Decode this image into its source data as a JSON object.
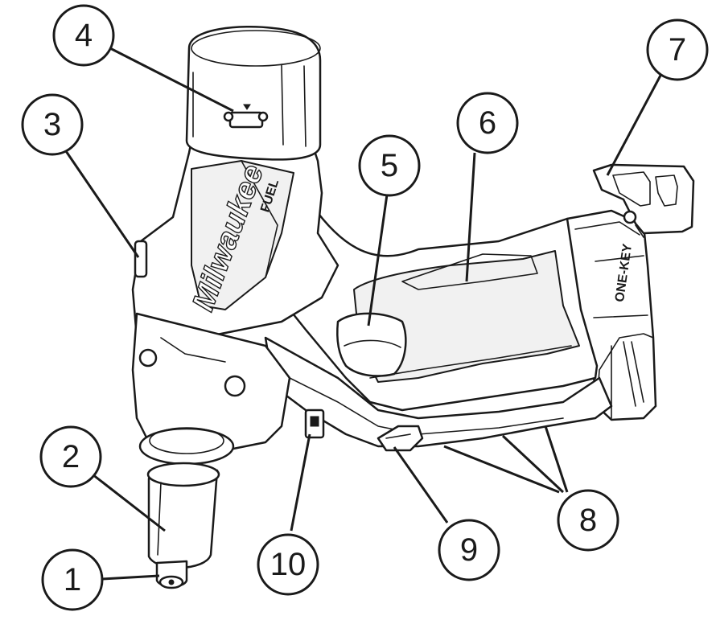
{
  "diagram": {
    "brand_logo": "Milwaukee",
    "motor_label": "FUEL",
    "connectivity_label": "ONE-KEY",
    "callouts": [
      {
        "id": "1",
        "label": "1"
      },
      {
        "id": "2",
        "label": "2"
      },
      {
        "id": "3",
        "label": "3"
      },
      {
        "id": "4",
        "label": "4"
      },
      {
        "id": "5",
        "label": "5"
      },
      {
        "id": "6",
        "label": "6"
      },
      {
        "id": "7",
        "label": "7"
      },
      {
        "id": "8",
        "label": "8"
      },
      {
        "id": "9",
        "label": "9"
      },
      {
        "id": "10",
        "label": "10"
      }
    ]
  },
  "colors": {
    "ink": "#1a1a1a",
    "background": "#ffffff"
  }
}
